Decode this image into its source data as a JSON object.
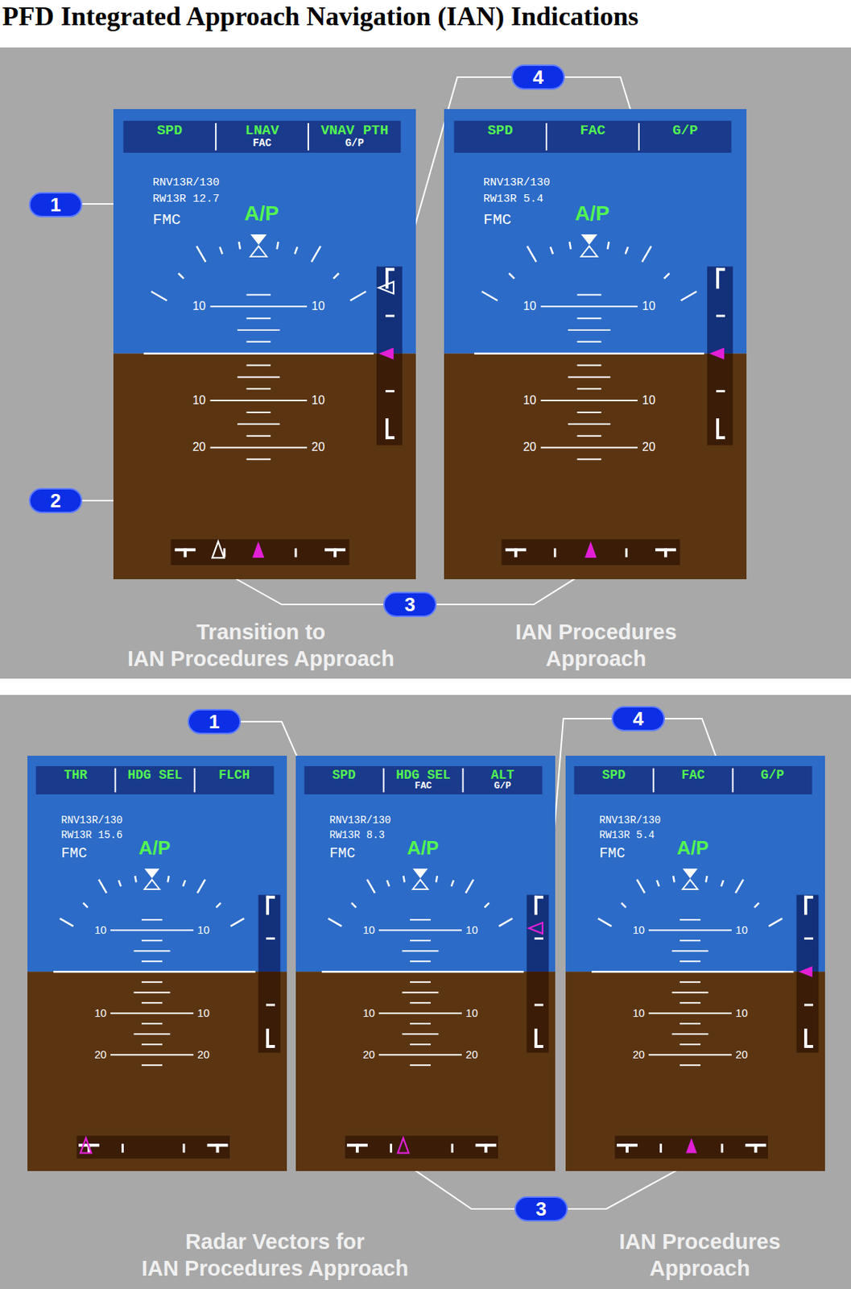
{
  "diagram": {
    "title": "PFD Integrated Approach Navigation (IAN) Indications",
    "nodes": [
      {
        "text": [
          "4"
        ]
      },
      {
        "text": [
          "1"
        ]
      },
      {
        "text": [
          "SPD",
          "LNAV",
          "FAC",
          "VNAV PTH",
          "G/P",
          "RNV13R/130",
          "RW13R 12.7",
          "FMC",
          "A/P",
          "10",
          "10",
          "10",
          "10",
          "20",
          "20"
        ]
      },
      {
        "text": [
          "SPD",
          "FAC",
          "G/P",
          "RNV13R/130",
          "RW13R 5.4",
          "FMC",
          "A/P",
          "10",
          "10",
          "10",
          "10",
          "20",
          "20"
        ]
      },
      {
        "text": [
          "2"
        ]
      },
      {
        "text": [
          "3"
        ]
      },
      {
        "text": [
          "1"
        ]
      },
      {
        "text": [
          "4"
        ]
      },
      {
        "text": [
          "THR",
          "HDG SEL",
          "FLCH",
          "RNV13R/130",
          "RW13R 15.6",
          "FMC",
          "A/P",
          "10",
          "10",
          "10",
          "10",
          "20",
          "20"
        ]
      },
      {
        "text": [
          "SPD",
          "HDG SEL",
          "FAC",
          "ALT",
          "G/P",
          "RNV13R/130",
          "RW13R 8.3",
          "FMC",
          "A/P",
          "10",
          "10",
          "10",
          "10",
          "20",
          "20"
        ]
      },
      {
        "text": [
          "SPD",
          "FAC",
          "G/P",
          "RNV13R/130",
          "RW13R 5.4",
          "FMC",
          "A/P",
          "10",
          "10",
          "10",
          "10",
          "20",
          "20"
        ]
      },
      {
        "text": [
          "3"
        ]
      }
    ],
    "labels": [
      "Transition to",
      "IAN Procedures Approach",
      "IAN Procedures",
      "Approach",
      "Radar Vectors for",
      "IAN Procedures Approach",
      "IAN Procedures",
      "Approach"
    ]
  }
}
